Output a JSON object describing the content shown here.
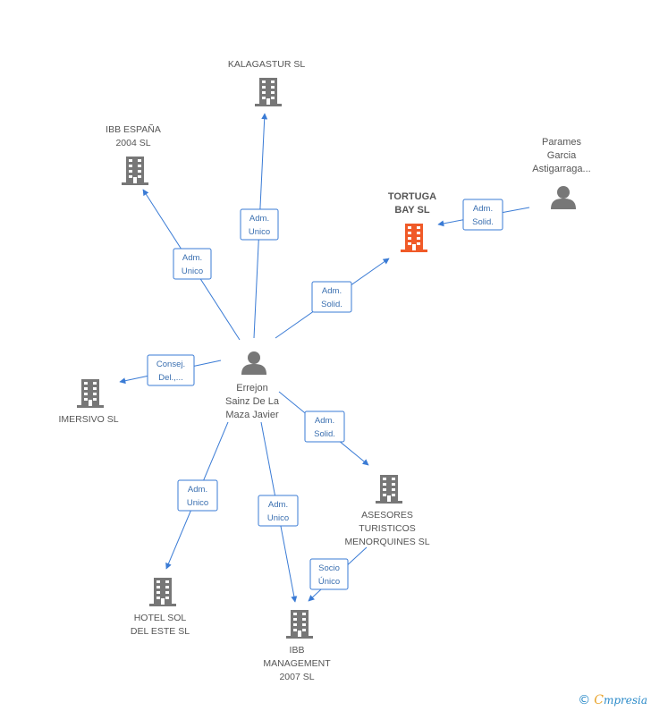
{
  "colors": {
    "company": "#777777",
    "highlight": "#f05a28",
    "person": "#777777",
    "edge": "#3a7bd5",
    "edgeText": "#3a6fb0"
  },
  "nodes": {
    "kalagastur": {
      "lines": [
        "KALAGASTUR SL"
      ],
      "type": "company"
    },
    "ibb_espana": {
      "lines": [
        "IBB ESPAÑA",
        "2004 SL"
      ],
      "type": "company"
    },
    "tortuga": {
      "lines": [
        "TORTUGA",
        "BAY SL"
      ],
      "type": "company-main"
    },
    "parames": {
      "lines": [
        "Parames",
        "Garcia",
        "Astigarraga..."
      ],
      "type": "person"
    },
    "imersivo": {
      "lines": [
        "IMERSIVO  SL"
      ],
      "type": "company"
    },
    "errejon": {
      "lines": [
        "Errejon",
        "Sainz De La",
        "Maza Javier"
      ],
      "type": "person"
    },
    "asesores": {
      "lines": [
        "ASESORES",
        "TURISTICOS",
        "MENORQUINES SL"
      ],
      "type": "company"
    },
    "hotel_sol": {
      "lines": [
        "HOTEL SOL",
        "DEL ESTE SL"
      ],
      "type": "company"
    },
    "ibb_management": {
      "lines": [
        "IBB",
        "MANAGEMENT",
        "2007 SL"
      ],
      "type": "company"
    }
  },
  "edges": [
    {
      "id": "e-kalagastur",
      "lines": [
        "Adm.",
        "Unico"
      ]
    },
    {
      "id": "e-ibb-espana",
      "lines": [
        "Adm.",
        "Unico"
      ]
    },
    {
      "id": "e-tortuga",
      "lines": [
        "Adm.",
        "Solid."
      ]
    },
    {
      "id": "e-parames",
      "lines": [
        "Adm.",
        "Solid."
      ]
    },
    {
      "id": "e-imersivo",
      "lines": [
        "Consej.",
        "Del.,..."
      ]
    },
    {
      "id": "e-asesores",
      "lines": [
        "Adm.",
        "Solid."
      ]
    },
    {
      "id": "e-hotel",
      "lines": [
        "Adm.",
        "Unico"
      ]
    },
    {
      "id": "e-ibb-mgmt",
      "lines": [
        "Adm.",
        "Unico"
      ]
    },
    {
      "id": "e-socio",
      "lines": [
        "Socio",
        "Único"
      ]
    }
  ],
  "footer": {
    "copyright": "©",
    "brand_first": "C",
    "brand_rest": "mpresia"
  }
}
